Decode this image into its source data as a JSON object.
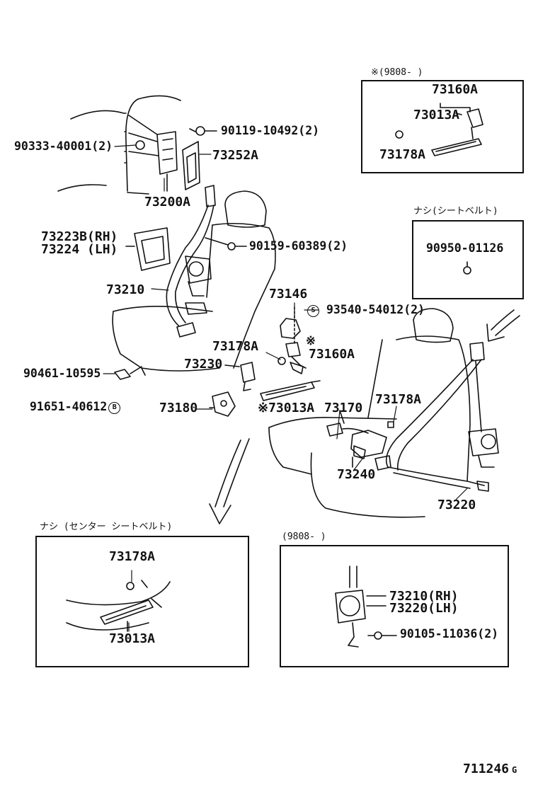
{
  "labels": {
    "p90119": "90119-10492(2)",
    "p90333": "90333-40001(2)",
    "p73252A": "73252A",
    "p73200A": "73200A",
    "p73223B": "73223B(RH)",
    "p73224": "73224 (LH)",
    "p90159": "90159-60389(2)",
    "p73210": "73210",
    "p73146": "73146",
    "p93540": "93540-54012(2)",
    "p73178A_mid": "73178A",
    "p73160A_mid": "73160A",
    "p73230": "73230",
    "p90461": "90461-10595",
    "p91651": "91651-40612",
    "p73180": "73180",
    "p73013A_mid": "73013A",
    "p73170": "73170",
    "p73178A_right": "73178A",
    "p73240": "73240",
    "p73220": "73220"
  },
  "markers": {
    "s_mark": "S",
    "b_mark": "B",
    "asterisk": "※"
  },
  "top_box": {
    "header": "※(9808-     )",
    "p73160A": "73160A",
    "p73013A": "73013A",
    "p73178A": "73178A"
  },
  "right_box": {
    "header": "ナシ(シートベルト)",
    "p90950": "90950-01126"
  },
  "center_box": {
    "header": "ナシ (センター シートベルト)",
    "p73178A": "73178A",
    "p73013A": "73013A"
  },
  "retractor_box": {
    "header": "(9808-     )",
    "p73210rh": "73210(RH)",
    "p73220lh": "73220(LH)",
    "p90105": "90105-11036(2)"
  },
  "figure_id": "711246",
  "figure_suffix": "G"
}
